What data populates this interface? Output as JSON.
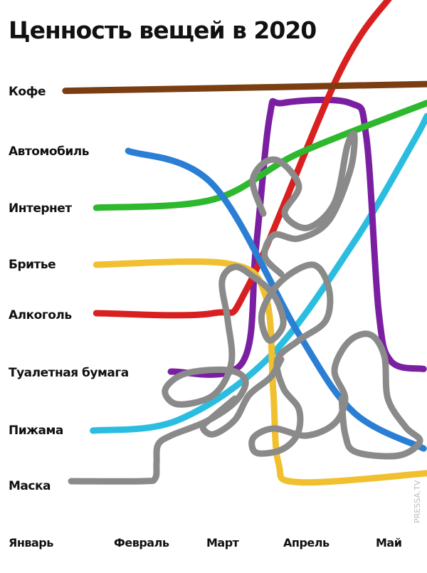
{
  "chart_data": {
    "type": "line",
    "title": "Ценность вещей в 2020",
    "xlabel": "",
    "ylabel": "",
    "x_ticks": [
      "Январь",
      "Февраль",
      "Март",
      "Апрель",
      "Май"
    ],
    "ylim": [
      0,
      100
    ],
    "grid": false,
    "legend": "inline-left",
    "series": [
      {
        "name": "Кофе",
        "color": "#7a3e12",
        "points": [
          [
            0.27,
            86.8
          ],
          [
            2.5,
            87.5
          ],
          [
            4.4,
            88.1
          ]
        ]
      },
      {
        "name": "Автомобиль",
        "color": "#2a7fd4",
        "points": [
          [
            0.84,
            75.4
          ],
          [
            1.84,
            68.9
          ],
          [
            2.84,
            40.5
          ],
          [
            3.5,
            25.7
          ],
          [
            4.35,
            18.9
          ]
        ]
      },
      {
        "name": "Интернет",
        "color": "#2db82d",
        "points": [
          [
            0.55,
            64.6
          ],
          [
            1.84,
            66.2
          ],
          [
            2.84,
            75
          ],
          [
            4.39,
            84.5
          ]
        ]
      },
      {
        "name": "Бритье",
        "color": "#f0c030",
        "points": [
          [
            0.55,
            53.8
          ],
          [
            2.02,
            54
          ],
          [
            2.45,
            48
          ],
          [
            2.54,
            30
          ],
          [
            2.6,
            16.2
          ],
          [
            2.84,
            12.5
          ],
          [
            4.39,
            14.2
          ]
        ]
      },
      {
        "name": "Алкоголь",
        "color": "#d92020",
        "points": [
          [
            0.55,
            44.6
          ],
          [
            1.84,
            44.6
          ],
          [
            2.26,
            50
          ],
          [
            3.33,
            90.5
          ],
          [
            3.96,
            105
          ]
        ]
      },
      {
        "name": "Туалетная бумага",
        "color": "#7b1fa2",
        "points": [
          [
            1.31,
            33.5
          ],
          [
            2.18,
            35.1
          ],
          [
            2.34,
            56.8
          ],
          [
            2.5,
            82
          ],
          [
            2.65,
            84.5
          ],
          [
            3.45,
            84.5
          ],
          [
            3.65,
            78
          ],
          [
            3.8,
            45
          ],
          [
            3.95,
            35.5
          ],
          [
            4.35,
            34
          ]
        ]
      },
      {
        "name": "Пижама",
        "color": "#2bbde0",
        "points": [
          [
            0.52,
            22.3
          ],
          [
            1.4,
            24.3
          ],
          [
            2.51,
            36.5
          ],
          [
            3.5,
            58.1
          ],
          [
            4.22,
            77
          ],
          [
            4.39,
            82
          ]
        ]
      },
      {
        "name": "Маска",
        "color": "#8a8a8a",
        "points": "scribble"
      }
    ]
  },
  "watermark": "PRESSA.TV"
}
